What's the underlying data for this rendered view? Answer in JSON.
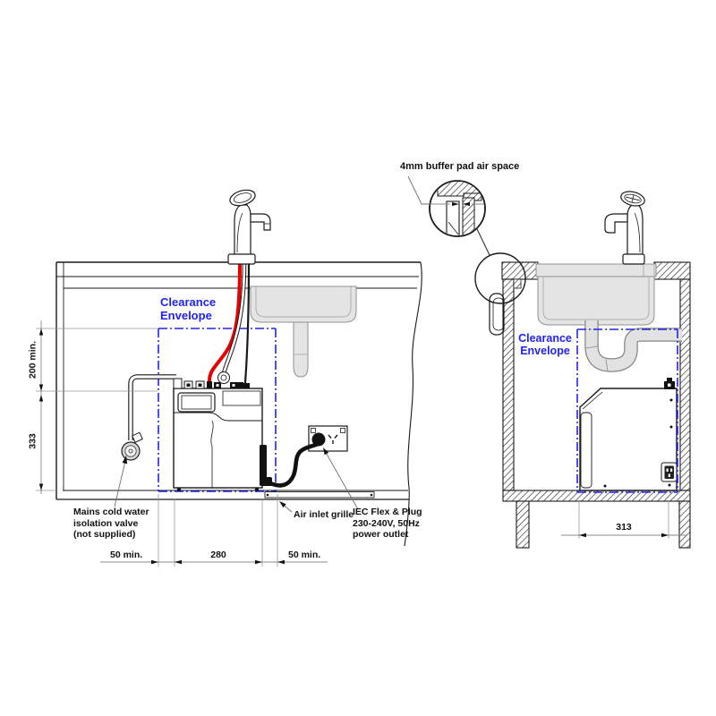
{
  "callout": {
    "buffer_note": "4mm buffer pad air space"
  },
  "front_view": {
    "clearance_envelope": "Clearance\nEnvelope",
    "dims": {
      "height_upper": "200 min.",
      "height_lower": "333",
      "gap_left": "50 min.",
      "unit_width": "280",
      "gap_right": "50 min."
    },
    "labels": {
      "valve": "Mains cold water\nisolation valve\n(not supplied)",
      "air_inlet": "Air inlet grille",
      "power": "IEC Flex & Plug\n230-240V, 50Hz\npower outlet"
    }
  },
  "side_view": {
    "clearance_envelope": "Clearance\nEnvelope",
    "dims": {
      "depth": "313"
    }
  },
  "colors": {
    "envelope_blue": "#2222ee",
    "tube_red": "#e60000",
    "pipe_gray": "#e2e2e2",
    "sink_gray": "#e4e4e4"
  }
}
